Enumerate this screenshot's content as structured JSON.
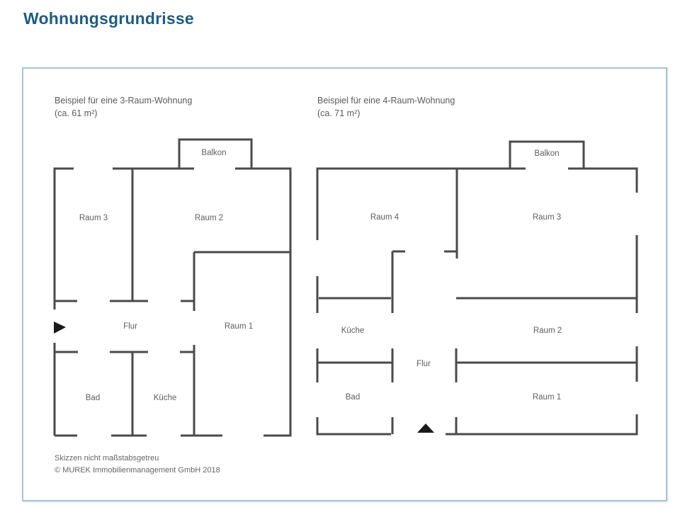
{
  "page": {
    "title": "Wohnungsgrundrisse"
  },
  "plans": [
    {
      "caption_line1": "Beispiel für eine 3-Raum-Wohnung",
      "caption_line2": "(ca. 61 m²)",
      "labels": {
        "balkon": "Balkon",
        "raum3": "Raum 3",
        "raum2": "Raum 2",
        "flur": "Flur",
        "raum1": "Raum 1",
        "bad": "Bad",
        "kueche": "Küche"
      }
    },
    {
      "caption_line1": "Beispiel für eine 4-Raum-Wohnung",
      "caption_line2": "(ca. 71 m²)",
      "labels": {
        "balkon": "Balkon",
        "raum4": "Raum 4",
        "raum3": "Raum 3",
        "kueche": "Küche",
        "raum2": "Raum 2",
        "flur": "Flur",
        "bad": "Bad",
        "raum1": "Raum 1"
      }
    }
  ],
  "footer": {
    "line1": "Skizzen nicht maßstabsgetreu",
    "line2": "© MUREK Immobilienmanagement GmbH 2018"
  },
  "colors": {
    "title": "#215c7d",
    "card_border": "#a9c1d7",
    "wall": "#4a4a4a",
    "label_text": "#5f5f5f"
  }
}
